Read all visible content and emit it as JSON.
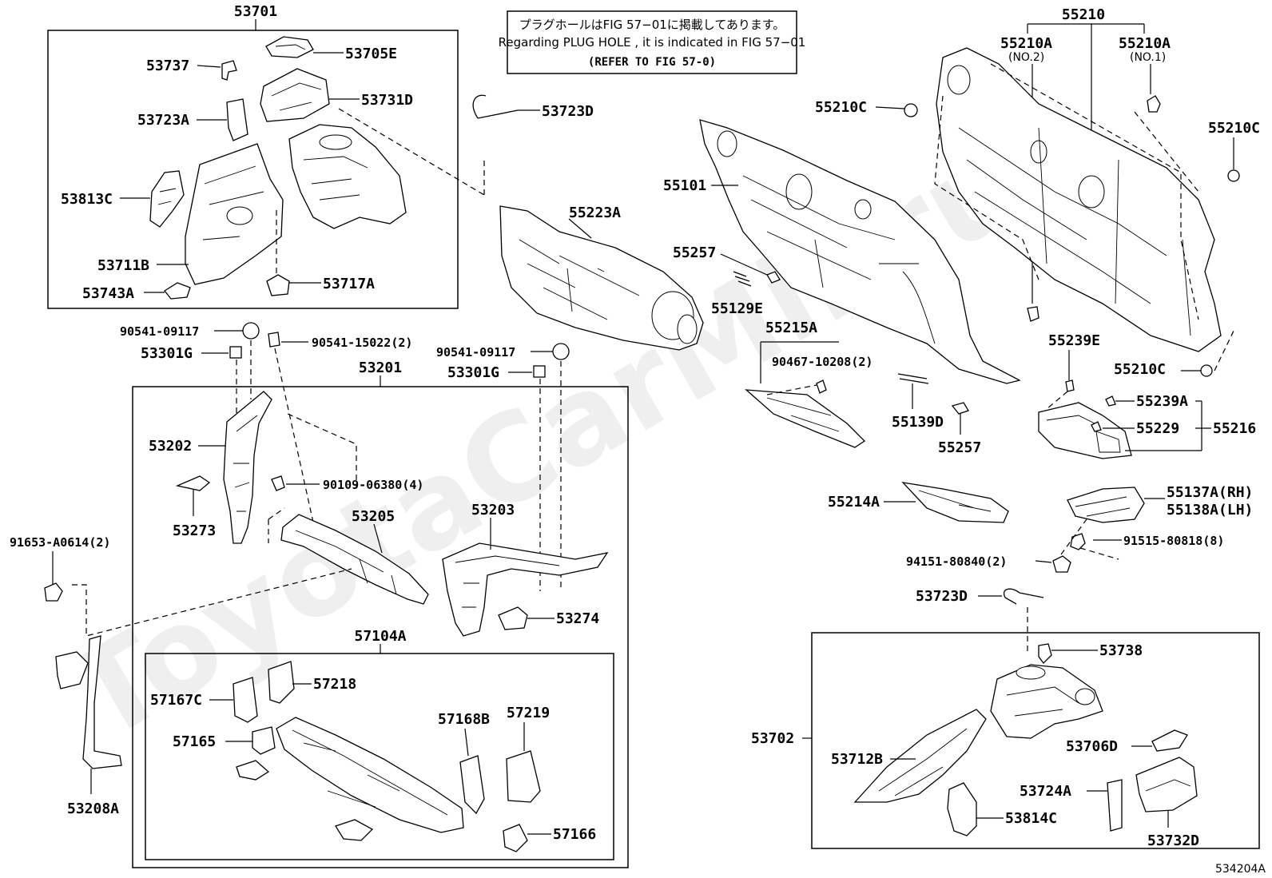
{
  "note": {
    "line1": "プラグホールはFIG 57−01に掲載してあります。",
    "line2": "Regarding PLUG HOLE , it is indicated in FIG 57−01",
    "line3": "(REFER TO FIG 57-0)"
  },
  "figure_number": "534204A",
  "watermark": "ToyotaCarMir.ru",
  "labels": {
    "p53701": "53701",
    "p53705E": "53705E",
    "p53737": "53737",
    "p53731D": "53731D",
    "p53723A": "53723A",
    "p53813C": "53813C",
    "p53711B": "53711B",
    "p53743A": "53743A",
    "p53717A": "53717A",
    "p53723D_top": "53723D",
    "p55223A": "55223A",
    "p55101": "55101",
    "p55257_a": "55257",
    "p55129E": "55129E",
    "p55215A": "55215A",
    "p90467": "90467-10208(2)",
    "p55139D": "55139D",
    "p55257_b": "55257",
    "p55210": "55210",
    "p55210A_no2": "55210A",
    "no2": "(NO.2)",
    "p55210A_no1": "55210A",
    "no1": "(NO.1)",
    "p55210C_a": "55210C",
    "p55210C_b": "55210C",
    "p55210C_c": "55210C",
    "p55239E": "55239E",
    "p55239A": "55239A",
    "p55229": "55229",
    "p55216": "55216",
    "p55214A": "55214A",
    "p55137A": "55137A(RH)",
    "p55138A": "55138A(LH)",
    "p91515": "91515-80818(8)",
    "p94151": "94151-80840(2)",
    "p90541_a": "90541-09117",
    "p90541_15022": "90541-15022(2)",
    "p53301G_a": "53301G",
    "p90541_b": "90541-09117",
    "p53301G_b": "53301G",
    "p53201": "53201",
    "p53202": "53202",
    "p90109": "90109-06380(4)",
    "p53273": "53273",
    "p53205": "53205",
    "p53203": "53203",
    "p53274": "53274",
    "p91653": "91653-A0614(2)",
    "p53208A": "53208A",
    "p57104A": "57104A",
    "p57167C": "57167C",
    "p57218": "57218",
    "p57165": "57165",
    "p57168B": "57168B",
    "p57219": "57219",
    "p57166": "57166",
    "p53723D_bot": "53723D",
    "p53738": "53738",
    "p53702": "53702",
    "p53712B": "53712B",
    "p53706D": "53706D",
    "p53724A": "53724A",
    "p53814C": "53814C",
    "p53732D": "53732D"
  }
}
